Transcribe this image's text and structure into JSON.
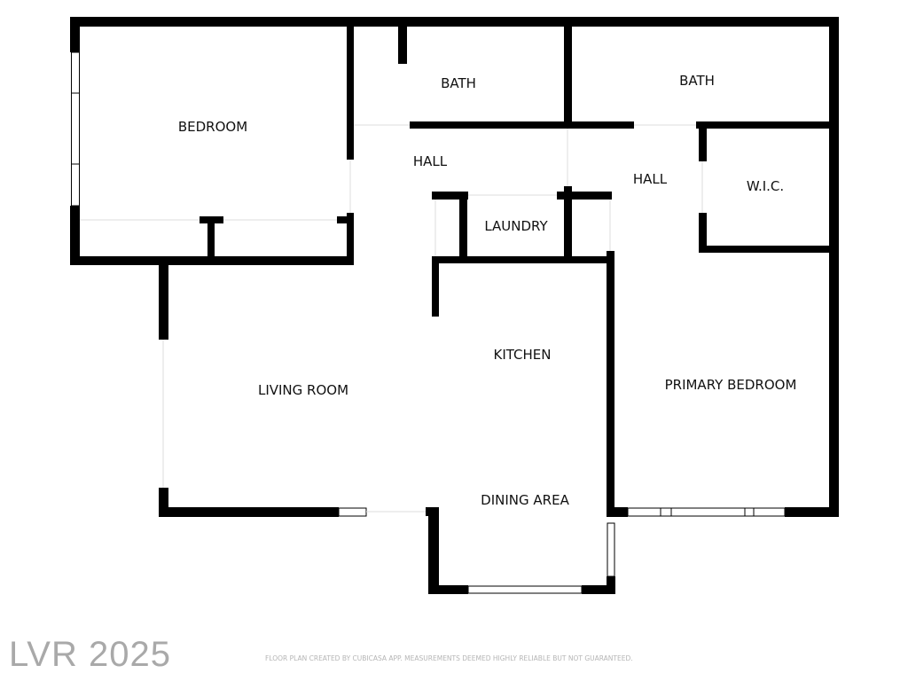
{
  "rooms": {
    "bedroom": "BEDROOM",
    "bath_left": "BATH",
    "bath_right": "BATH",
    "hall_left": "HALL",
    "hall_right": "HALL",
    "wic": "W.I.C.",
    "laundry": "LAUNDRY",
    "kitchen": "KITCHEN",
    "living_room": "LIVING ROOM",
    "primary_bedroom": "PRIMARY BEDROOM",
    "dining_area": "DINING AREA"
  },
  "watermark": "LVR 2025",
  "disclaimer": "FLOOR PLAN CREATED BY CUBICASA APP. MEASUREMENTS DEEMED HIGHLY RELIABLE BUT NOT GUARANTEED.",
  "colors": {
    "wall": "#000000",
    "watermark": "#a9a9a9"
  }
}
